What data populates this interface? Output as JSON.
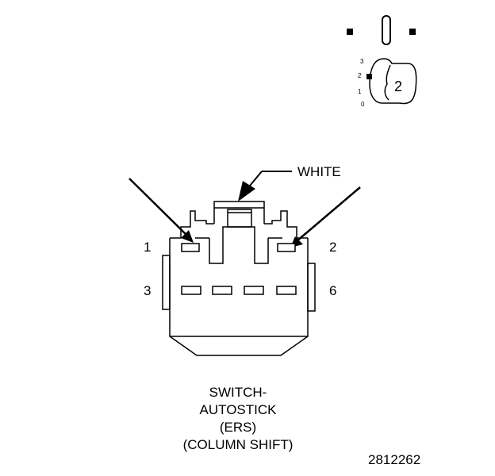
{
  "diagram": {
    "wire_label": "WHITE",
    "pins": {
      "p1": "1",
      "p2": "2",
      "p3": "3",
      "p6": "6"
    },
    "key_icon": {
      "number": "2",
      "positions": [
        "3",
        "2",
        "1",
        "0"
      ]
    },
    "caption": [
      "SWITCH-",
      "AUTOSTICK",
      "(ERS)",
      "(COLUMN SHIFT)"
    ],
    "figure_id": "2812262"
  }
}
